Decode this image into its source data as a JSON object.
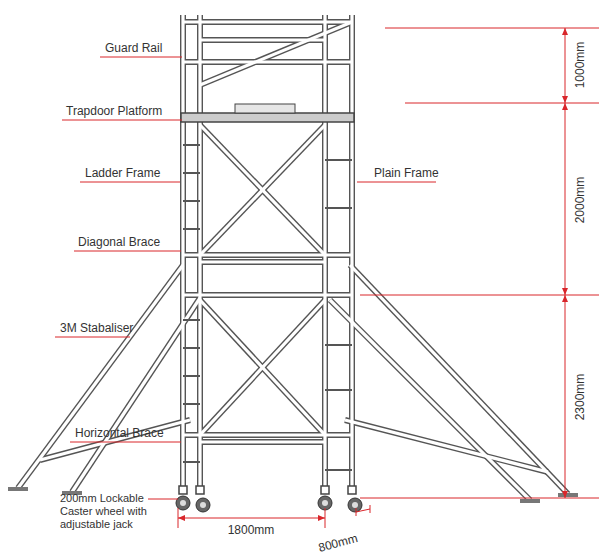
{
  "diagram": {
    "labels": [
      "Guard Rail",
      "Trapdoor Platform",
      "Ladder Frame",
      "Plain Frame",
      "Diagonal Brace",
      "3M Stabaliser",
      "Horizontal Brace",
      "200mm Lockable Caster wheel with adjustable jack",
      "1000mm",
      "2000mm",
      "2300mm",
      "1800mm",
      "800mm"
    ]
  }
}
